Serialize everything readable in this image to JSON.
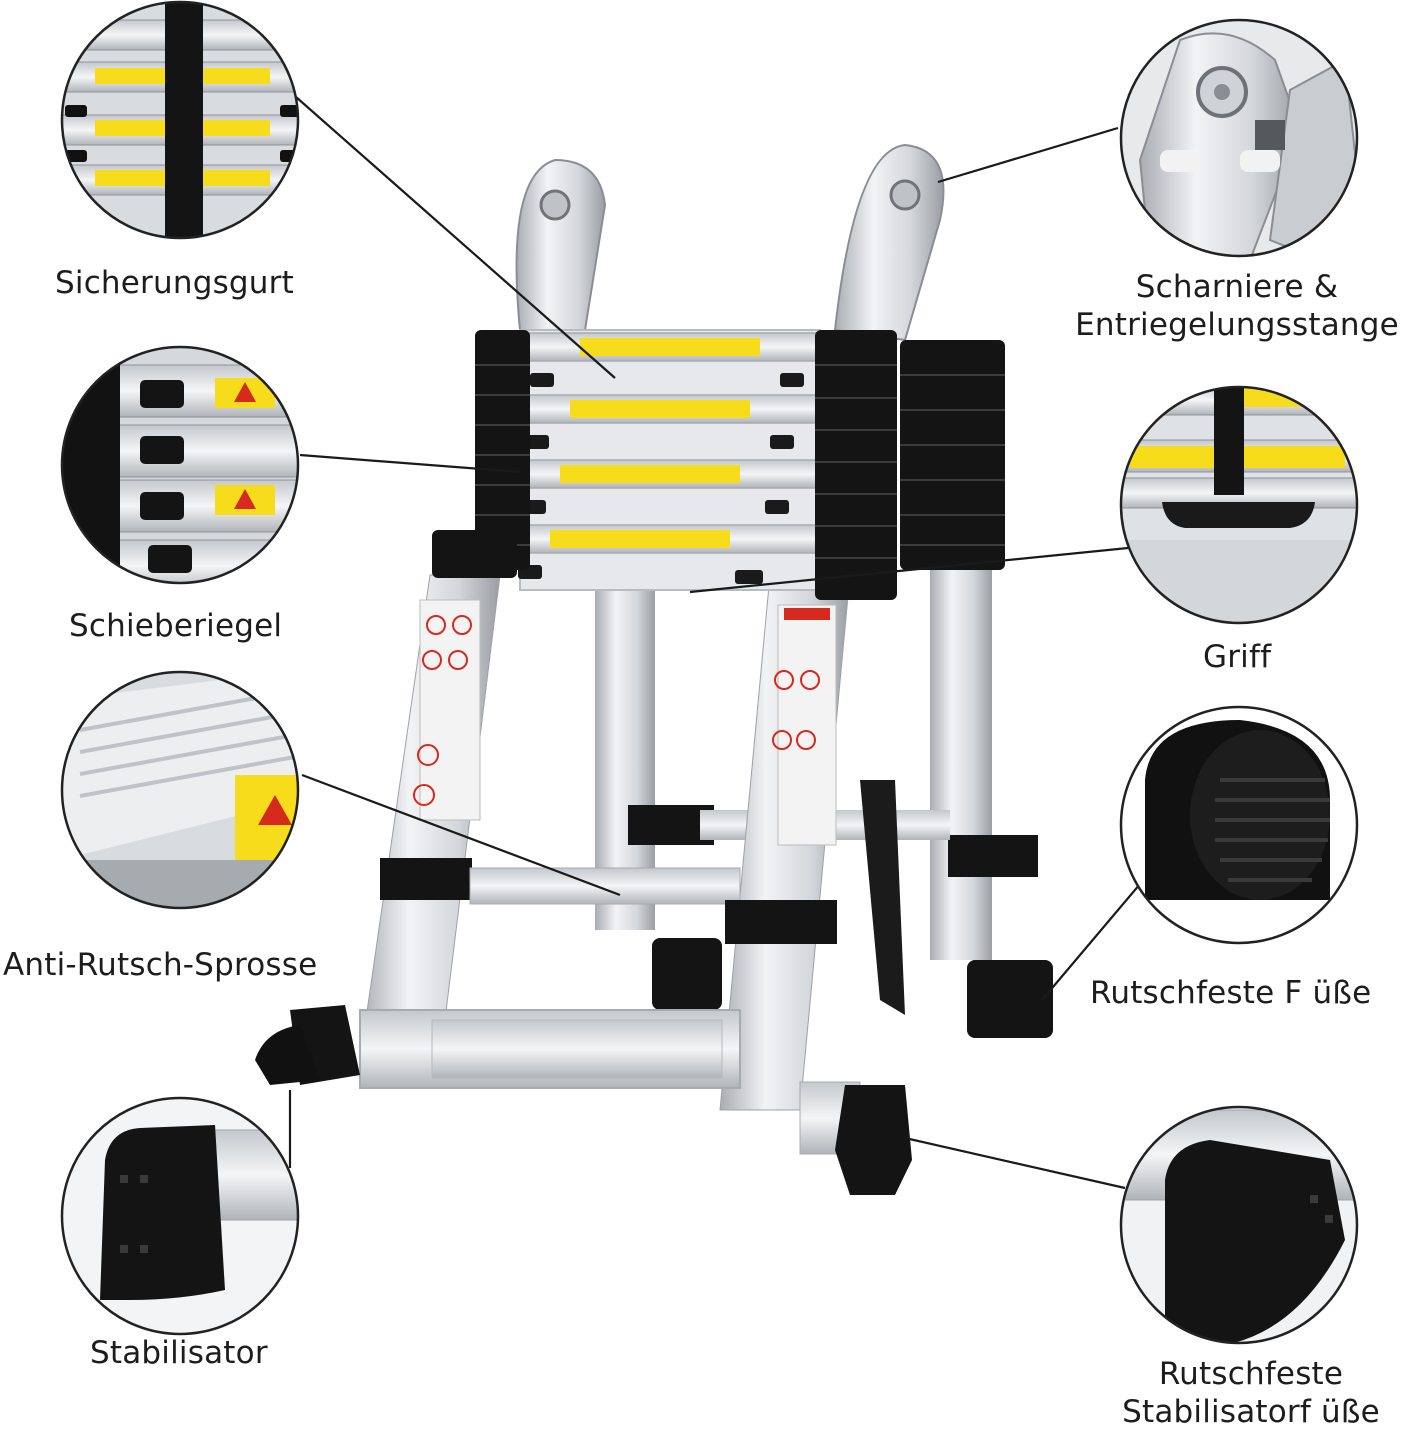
{
  "labels": {
    "sicherungsgurt": "Sicherungsgurt",
    "scharniere_line1": "Scharniere &",
    "scharniere_line2": "Entriegelungsstange",
    "schieberiegel": "Schieberiegel",
    "griff": "Griff",
    "anti_rutsch": "Anti-Rutsch-Sprosse",
    "rutschfeste_fuesse": "Rutschfeste F üße",
    "stabilisator": "Stabilisator",
    "rutschfeste_stab_line1": "Rutschfeste",
    "rutschfeste_stab_line2": "Stabilisatorf üße"
  },
  "colors": {
    "background": "#ffffff",
    "aluminium": "#d9dce0",
    "aluminium_dark": "#9ea3a9",
    "rubber": "#141414",
    "warning_yellow": "#f6dc1a",
    "warning_red": "#d62a1e",
    "callout_line": "#1a1a1a",
    "circle_border": "#222222"
  },
  "icons": [
    "safety-strap-icon",
    "hinge-icon",
    "sliding-latch-icon",
    "handle-icon",
    "non-slip-rung-icon",
    "rubber-foot-icon",
    "stabilizer-icon",
    "stabilizer-foot-icon"
  ]
}
